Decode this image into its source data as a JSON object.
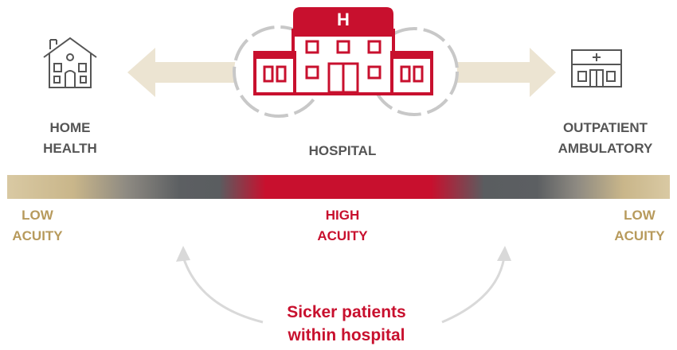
{
  "hospital_sign": "H",
  "settings": {
    "home": [
      "HOME",
      "HEALTH"
    ],
    "hospital": "HOSPITAL",
    "outpatient": [
      "OUTPATIENT",
      "AMBULATORY"
    ]
  },
  "acuity": {
    "left": [
      "LOW",
      "ACUITY"
    ],
    "center": [
      "HIGH",
      "ACUITY"
    ],
    "right": [
      "LOW",
      "ACUITY"
    ]
  },
  "callout": [
    "Sicker patients",
    "within hospital"
  ],
  "colors": {
    "accent_red": "#c8102e",
    "gold": "#b79a5c",
    "arrow_beige": "#ece4d2",
    "dark_gray": "#555555",
    "light_gray": "#d9d9d9"
  },
  "icons": [
    "house-icon",
    "hospital-icon",
    "clinic-icon",
    "arrow-left-icon",
    "arrow-right-icon",
    "curved-arrow-icon"
  ]
}
